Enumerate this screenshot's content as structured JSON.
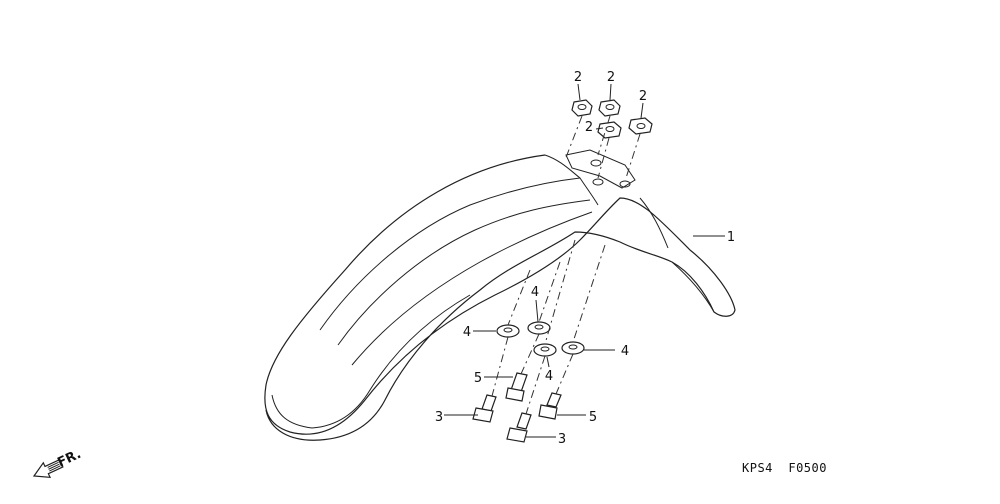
{
  "diagram": {
    "callouts": {
      "nut_a": "2",
      "nut_b": "2",
      "nut_c": "2",
      "nut_d": "2",
      "fender": "1",
      "washer_a": "4",
      "washer_b": "4",
      "washer_c": "4",
      "washer_d": "4",
      "bolt_long_a": "5",
      "bolt_long_b": "5",
      "bolt_short_a": "3",
      "bolt_short_b": "3"
    },
    "direction_label": "FR.",
    "diagram_code": "KPS4  F0500",
    "colors": {
      "line": "#222222",
      "background": "#ffffff"
    }
  }
}
